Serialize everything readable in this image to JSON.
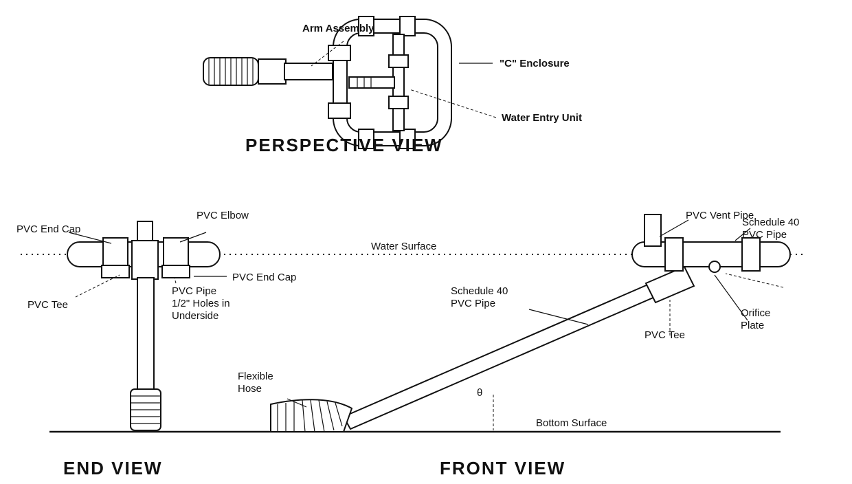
{
  "views": {
    "perspective": "PERSPECTIVE VIEW",
    "end": "END VIEW",
    "front": "FRONT VIEW"
  },
  "labels": {
    "arm_assembly": "Arm Assembly",
    "c_enclosure": "\"C\" Enclosure",
    "water_entry_unit": "Water Entry Unit",
    "pvc_end_cap_top": "PVC End Cap",
    "pvc_elbow": "PVC Elbow",
    "water_surface": "Water Surface",
    "pvc_end_cap_side": "PVC End Cap",
    "pvc_tee_end": "PVC Tee",
    "pvc_pipe_line1": "PVC Pipe",
    "pvc_pipe_line2": "1/2\" Holes in",
    "pvc_pipe_line3": "Underside",
    "pvc_vent_pipe": "PVC Vent Pipe",
    "sched40_top_line1": "Schedule 40",
    "sched40_top_line2": "PVC Pipe",
    "sched40_arm_line1": "Schedule 40",
    "sched40_arm_line2": "PVC Pipe",
    "orifice_line1": "Orifice",
    "orifice_line2": "Plate",
    "pvc_tee_front": "PVC Tee",
    "flexible_line1": "Flexible",
    "flexible_line2": "Hose",
    "theta": "θ",
    "bottom_surface": "Bottom Surface"
  }
}
